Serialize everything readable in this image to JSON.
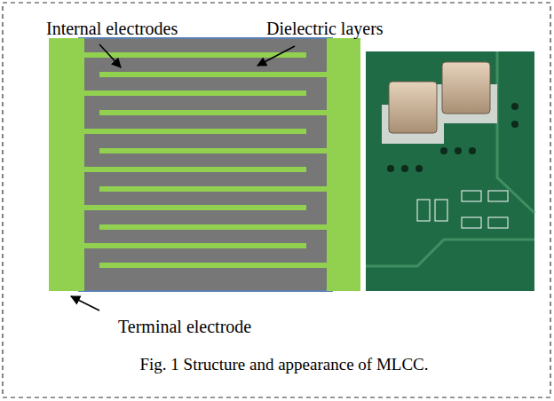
{
  "diagram": {
    "caption": "Fig. 1 Structure and appearance of MLCC.",
    "labels": [
      "Internal electrodes",
      "Dielectric layers",
      "Terminal electrode"
    ]
  }
}
